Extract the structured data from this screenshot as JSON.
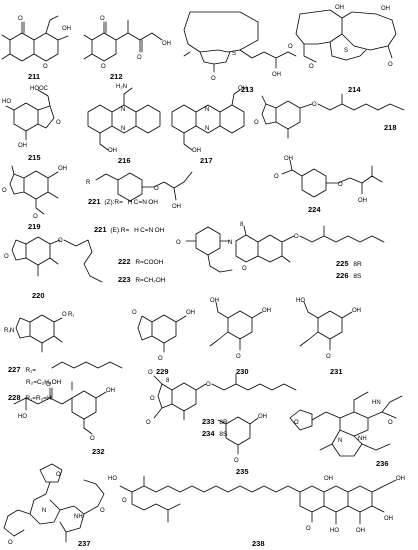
{
  "compounds": [
    {
      "id": "211"
    },
    {
      "id": "212"
    },
    {
      "id": "213"
    },
    {
      "id": "214"
    },
    {
      "id": "215"
    },
    {
      "id": "216"
    },
    {
      "id": "217"
    },
    {
      "id": "218"
    },
    {
      "id": "219"
    },
    {
      "id": "224"
    },
    {
      "id": "220"
    },
    {
      "id": "225",
      "suffix": "8R"
    },
    {
      "id": "226",
      "suffix": "8S"
    },
    {
      "id": "227"
    },
    {
      "id": "228"
    },
    {
      "id": "229"
    },
    {
      "id": "230"
    },
    {
      "id": "231"
    },
    {
      "id": "232"
    },
    {
      "id": "233",
      "suffix": "8R"
    },
    {
      "id": "234",
      "suffix": "8S"
    },
    {
      "id": "235"
    },
    {
      "id": "236"
    },
    {
      "id": "237"
    },
    {
      "id": "238"
    }
  ],
  "annotations": {
    "c221z_prefix": "221",
    "c221z_text": "(Z):R=",
    "c221e_prefix": "221",
    "c221e_text": "(E):R=",
    "oxime_group": "H C=N OH",
    "c222_id": "222",
    "c222_text": "R=COOH",
    "c223_id": "223",
    "c223_text": "R=CH₂OH",
    "c227_r1": "R₁=",
    "c227_r2": "R₂=C₂H₄OH",
    "c228_text": "R₁=R₂=H",
    "stereo_label": "8"
  },
  "atoms": {
    "O": "O",
    "OH": "OH",
    "HO": "HO",
    "S": "S",
    "N": "N",
    "NH": "NH",
    "HN": "HN",
    "NH2": "H₂N",
    "COOH": "HOOC",
    "R": "R",
    "R1": "R₁",
    "R2": "R₂"
  }
}
